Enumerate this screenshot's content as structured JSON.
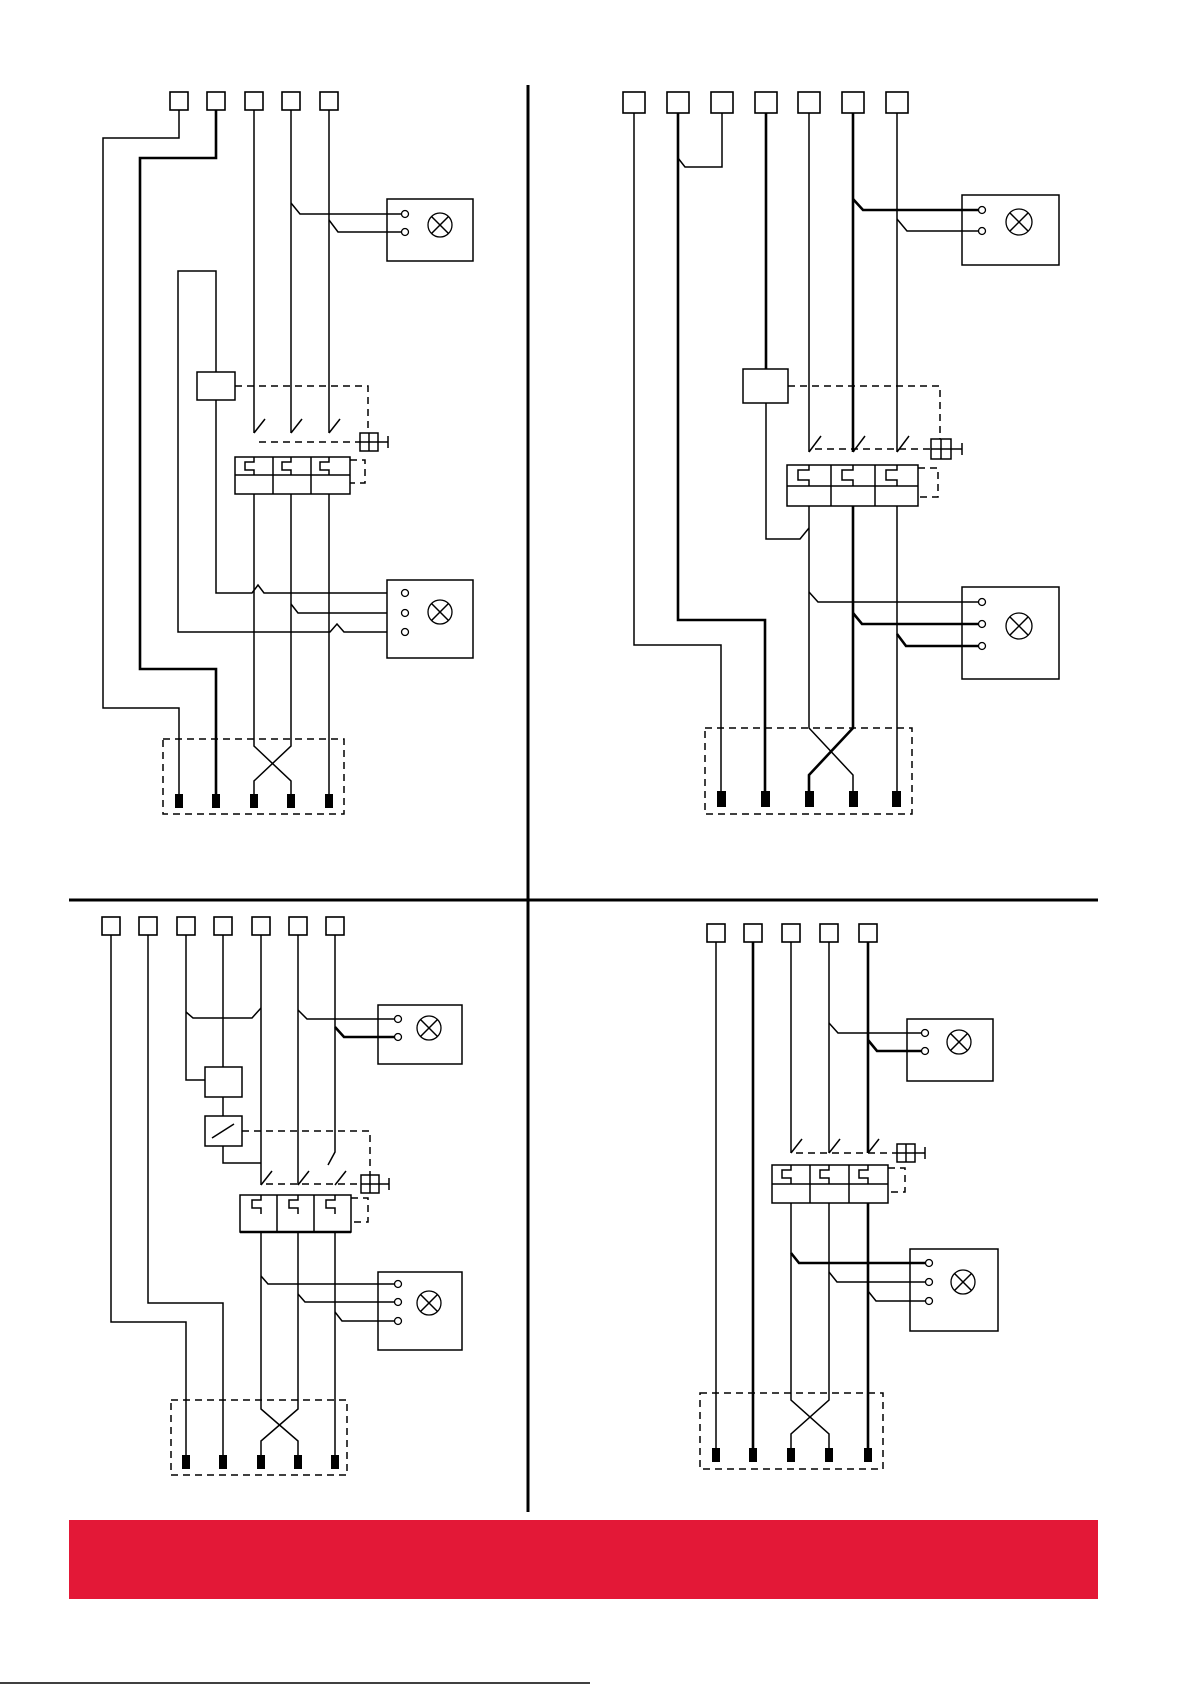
{
  "figure": {
    "panels": [
      {
        "id": "top-left",
        "terminals": 5,
        "output_pins": 5
      },
      {
        "id": "top-right",
        "terminals": 7,
        "output_pins": 5
      },
      {
        "id": "bottom-left",
        "terminals": 7,
        "output_pins": 5
      },
      {
        "id": "bottom-right",
        "terminals": 5,
        "output_pins": 5
      }
    ],
    "icons": [
      "lamp-icon",
      "thermal-breaker-icon",
      "contactor-icon",
      "manual-actuator-icon",
      "terminal-icon",
      "connector-pin-icon"
    ]
  },
  "colors": {
    "line": "#000000",
    "background": "#ffffff",
    "banner": "#e31837"
  }
}
